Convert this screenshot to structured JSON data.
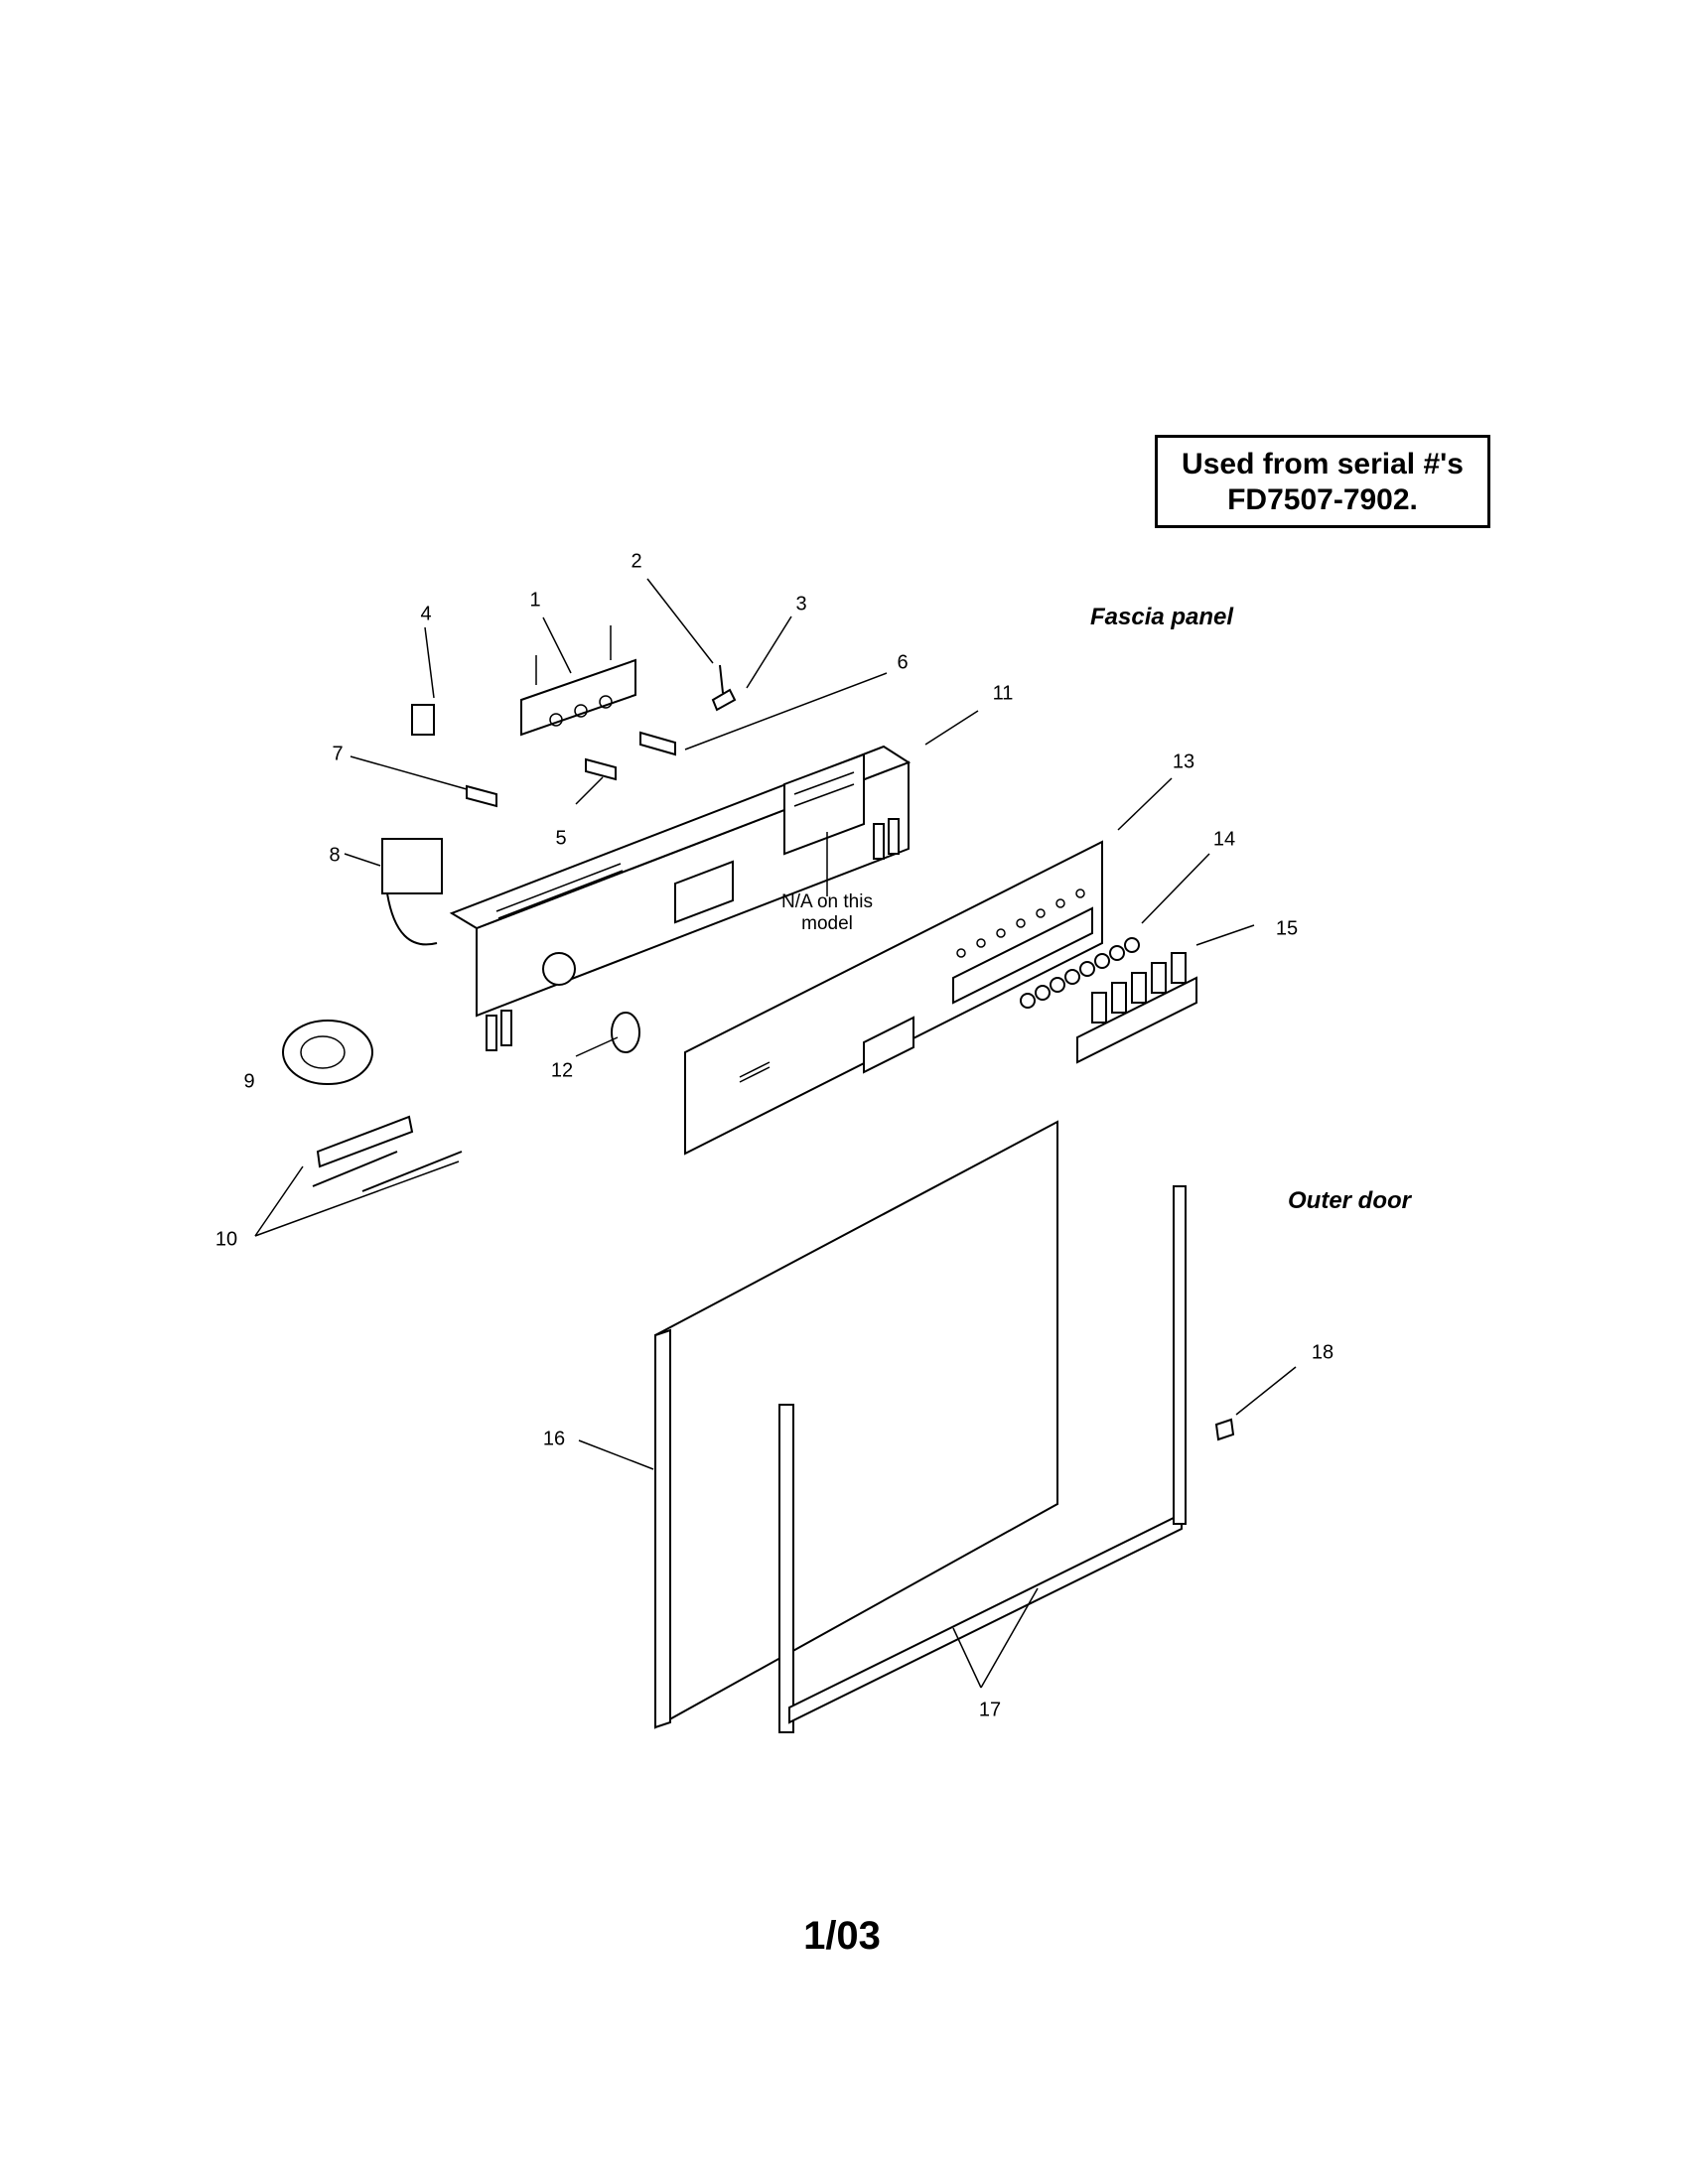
{
  "serial_box": {
    "line1": "Used from serial #'s",
    "line2": "FD7507-7902."
  },
  "sections": {
    "fascia": "Fascia panel",
    "door": "Outer door"
  },
  "note": {
    "line1": "N/A on this",
    "line2": "model"
  },
  "part_numbers": [
    "1",
    "2",
    "3",
    "4",
    "5",
    "6",
    "7",
    "8",
    "9",
    "10",
    "11",
    "12",
    "13",
    "14",
    "15",
    "16",
    "17",
    "18"
  ],
  "footer": "1/03"
}
